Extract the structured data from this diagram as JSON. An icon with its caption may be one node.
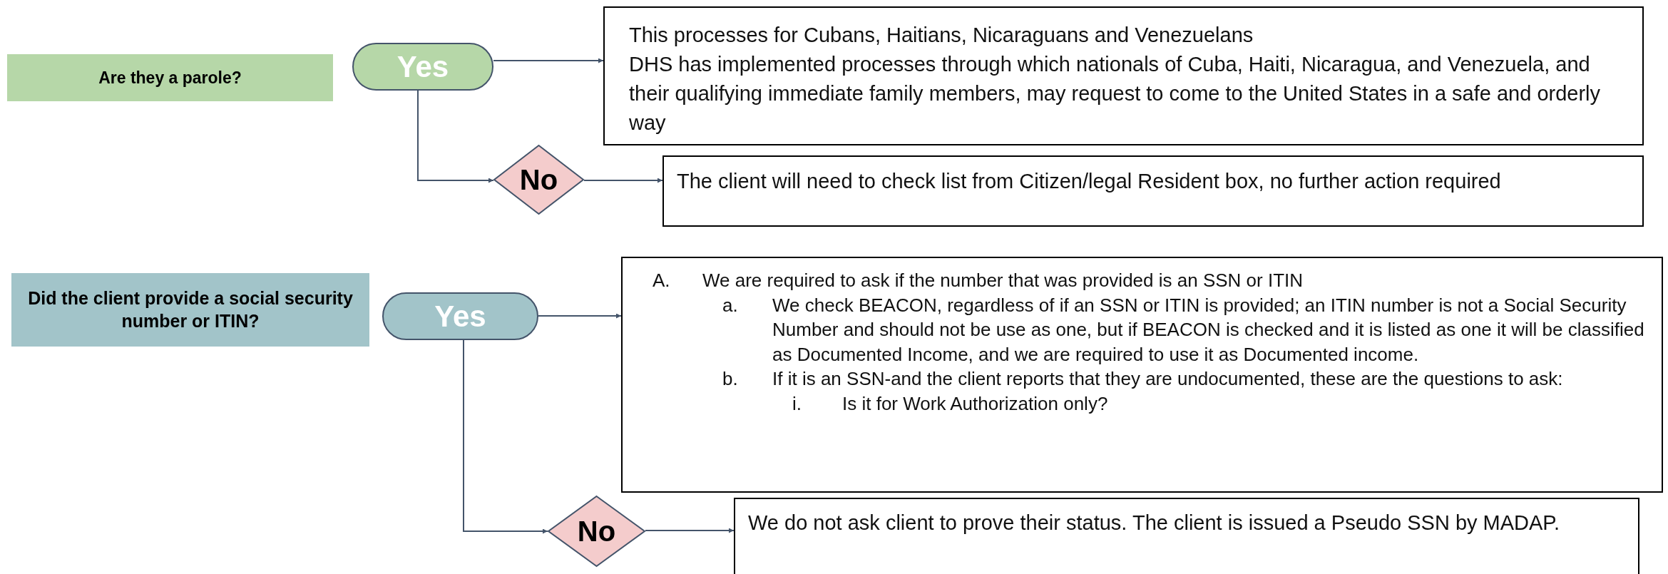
{
  "diagram": {
    "nodes": [
      {
        "text": [
          "Are they a parole?"
        ]
      },
      {
        "text": [
          "Yes"
        ]
      },
      {
        "text": [
          "This processes for Cubans, Haitians, Nicaraguans and Venezuelans",
          "DHS has implemented processes through which nationals of Cuba, Haiti, Nicaragua, and Venezuela, and their qualifying immediate family members, may request to come to the United States in a safe and orderly way"
        ]
      },
      {
        "text": [
          "No"
        ]
      },
      {
        "text": [
          "The client will need to check list from Citizen/legal Resident box, no further action required"
        ]
      },
      {
        "text": [
          "Did the client provide a social security number or ITIN?"
        ]
      },
      {
        "text": [
          "Yes"
        ]
      },
      {
        "text": [
          "A.",
          "We are required to ask if the number that was provided is an SSN or ITIN",
          "a.",
          "We check BEACON, regardless of if an SSN or ITIN is provided; an ITIN number is not a Social Security Number and should not be use as one, but if BEACON is checked and it is listed as one it will be classified as Documented Income, and we are required to use it as Documented income.",
          "b.",
          "If it is an SSN-and the client reports that they are undocumented, these are the questions to ask:",
          "i.",
          "Is it for Work Authorization only?"
        ]
      },
      {
        "text": [
          "No"
        ]
      },
      {
        "text": [
          "We do not ask client to prove their status. The client is issued a Pseudo SSN by MADAP."
        ]
      }
    ],
    "edges": [
      {
        "from": 1,
        "to": 2,
        "arrow": "to"
      },
      {
        "from": 1,
        "to": 3,
        "arrow": "to"
      },
      {
        "from": 3,
        "to": 4,
        "arrow": "to"
      },
      {
        "from": 6,
        "to": 7,
        "arrow": "to"
      },
      {
        "from": 6,
        "to": 8,
        "arrow": "to"
      },
      {
        "from": 8,
        "to": 9,
        "arrow": "to"
      }
    ]
  }
}
